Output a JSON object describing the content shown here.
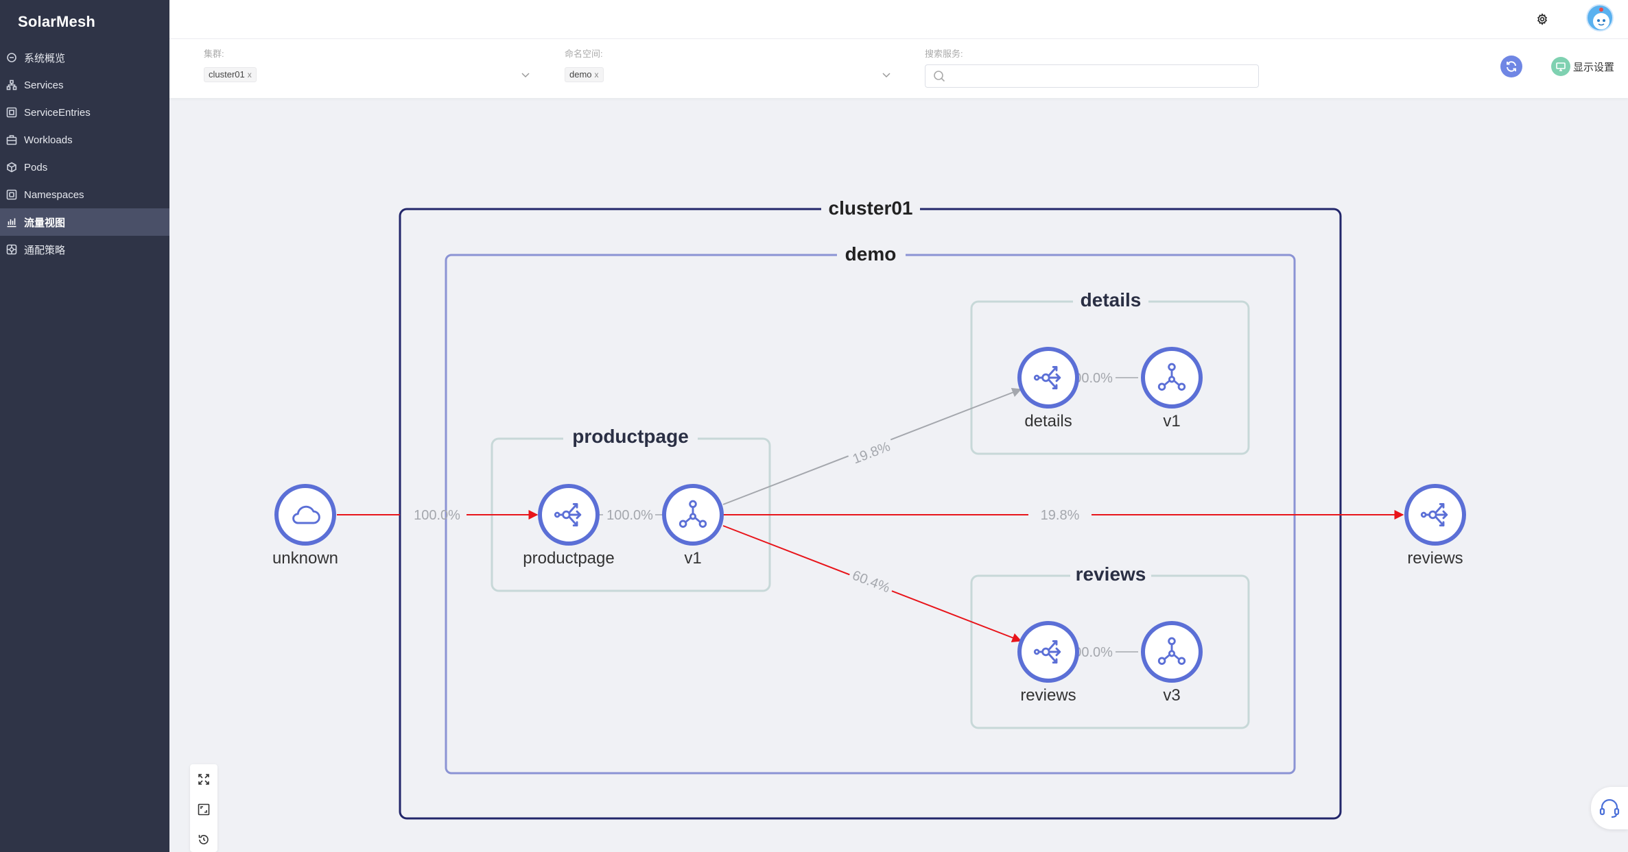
{
  "app": {
    "name": "SolarMesh"
  },
  "sidebar": {
    "items": [
      {
        "label": "系统概览",
        "icon": "dashboard-icon",
        "active": false
      },
      {
        "label": "Services",
        "icon": "sitemap-icon",
        "active": false
      },
      {
        "label": "ServiceEntries",
        "icon": "entry-icon",
        "active": false
      },
      {
        "label": "Workloads",
        "icon": "briefcase-icon",
        "active": false
      },
      {
        "label": "Pods",
        "icon": "cube-icon",
        "active": false
      },
      {
        "label": "Namespaces",
        "icon": "namespace-icon",
        "active": false
      },
      {
        "label": "流量视图",
        "icon": "bar-chart-icon",
        "active": true
      },
      {
        "label": "通配策略",
        "icon": "policy-icon",
        "active": false
      }
    ]
  },
  "filters": {
    "cluster": {
      "label": "集群:",
      "tag": "cluster01",
      "close": "x"
    },
    "namespace": {
      "label": "命名空间:",
      "tag": "demo",
      "close": "x"
    },
    "search": {
      "label": "搜索服务:",
      "value": "",
      "placeholder": ""
    },
    "display_settings": "显示设置"
  },
  "graph": {
    "cluster": "cluster01",
    "namespace": "demo",
    "groups": {
      "productpage": "productpage",
      "details": "details",
      "reviews": "reviews"
    },
    "nodes": {
      "unknown": "unknown",
      "productpage_svc": "productpage",
      "productpage_v1": "v1",
      "details_svc": "details",
      "details_v1": "v1",
      "reviews_svc": "reviews",
      "reviews_v3": "v3",
      "reviews_external": "reviews"
    },
    "edges": {
      "unknown_to_productpage": "100.0%",
      "productpage_to_v1": "100.0%",
      "v1_to_details": "19.8%",
      "details_to_v1": "100.0%",
      "v1_to_reviews_external": "19.8%",
      "v1_to_reviews": "60.4%",
      "reviews_to_v3": "100.0%"
    },
    "colors": {
      "node": "#5b6fd6",
      "edge_error": "#e8141a",
      "edge_normal": "#a4a7ad",
      "cluster_border": "#22266a",
      "namespace_border": "#8b93d4",
      "group_border": "#c7d8d8"
    }
  },
  "tools": {
    "fit": "fit-screen-icon",
    "center": "center-icon",
    "reset": "reset-icon"
  }
}
